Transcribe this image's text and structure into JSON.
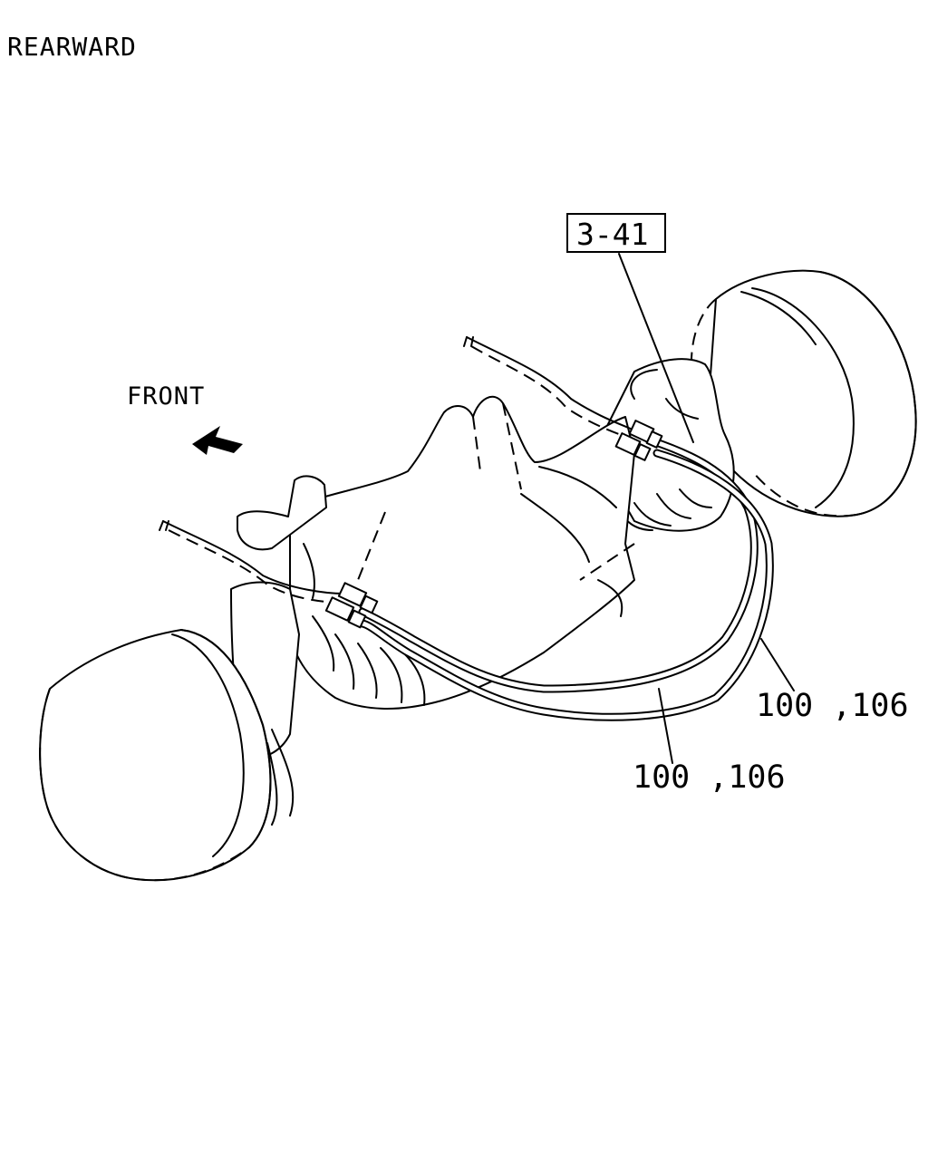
{
  "view_label": "REARWARD",
  "direction_label": "FRONT",
  "reference_callout": "3-41",
  "part_callouts": {
    "upper": "100 ,106",
    "lower": "100 ,106"
  },
  "icons": {
    "direction_arrow": "front-arrow-icon"
  },
  "colors": {
    "line": "#000000",
    "background": "#ffffff"
  }
}
